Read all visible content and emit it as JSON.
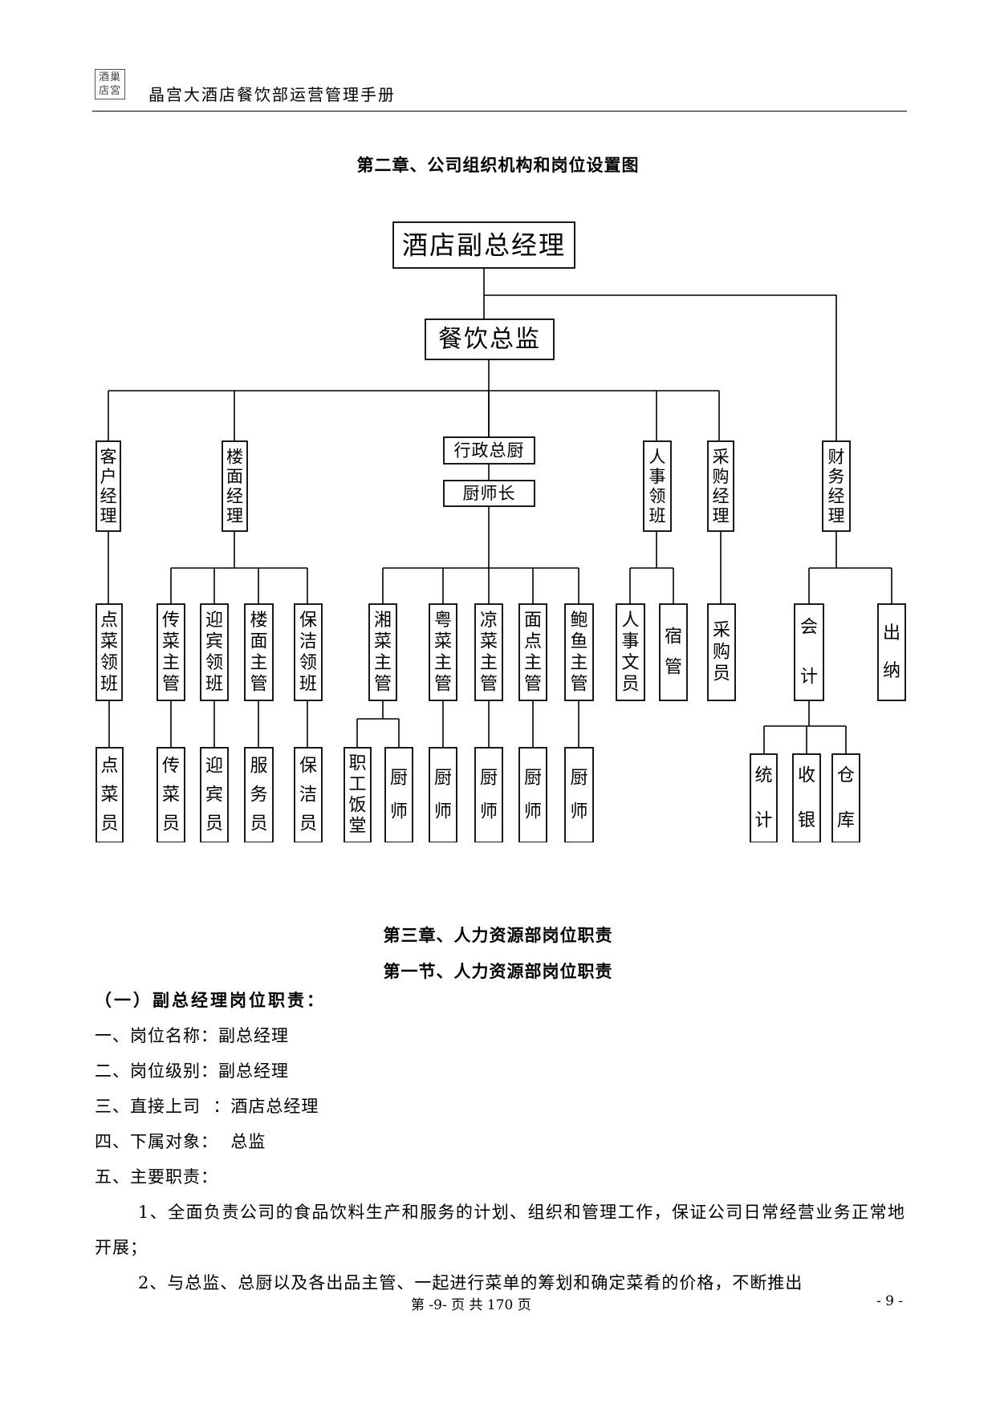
{
  "header": {
    "logo_lines": [
      "酒巢",
      "店宮"
    ],
    "title": "晶宫大酒店餐饮部运营管理手册"
  },
  "chapter2_title": "第二章、公司组织机构和岗位设置图",
  "org_chart": {
    "nodes": {
      "gm": "酒店副总经理",
      "director": "餐饮总监",
      "customer_mgr": "客户经理",
      "floor_mgr": "楼面经理",
      "exec_chef": "行政总厨",
      "head_chef": "厨师长",
      "hr_leader": "人事领班",
      "purchase_mgr": "采购经理",
      "finance_mgr": "财务经理",
      "order_leader": "点菜领班",
      "pass_sup": "传菜主管",
      "greet_leader": "迎宾领班",
      "floor_sup": "楼面主管",
      "clean_leader": "保洁领班",
      "xiang_sup": "湘菜主管",
      "yue_sup": "粤菜主管",
      "cold_sup": "凉菜主管",
      "pastry_sup": "面点主管",
      "abalone_sup": "鲍鱼主管",
      "hr_clerk": "人事文员",
      "dorm": "宿管",
      "buyer": "采购员",
      "accounting": "会计",
      "cashier": "出纳",
      "order_staff": "点菜员",
      "pass_staff": "传菜员",
      "greeter": "迎宾员",
      "waiter": "服务员",
      "cleaner": "保洁员",
      "canteen": "职工饭堂",
      "chef_1": "厨师",
      "chef_2": "厨师",
      "chef_3": "厨师",
      "chef_4": "厨师",
      "chef_5": "厨师",
      "statistics": "统计",
      "receiving": "收银",
      "warehouse": "仓库"
    }
  },
  "chapter3_title": "第三章、人力资源部岗位职责",
  "section1_title": "第一节、人力资源部岗位职责",
  "job": {
    "title": "（一）副总经理岗位职责：",
    "line1": "一、岗位名称：副总经理",
    "line2": "二、岗位级别：副总经理",
    "line3": "三、直接上司  ：酒店总经理",
    "line4": "四、下属对象：  总监",
    "line5": "五、主要职责：",
    "duty1": "1、全面负责公司的食品饮料生产和服务的计划、组织和管理工作，保证公司日常经营业务正常地开展；",
    "duty2": "2、与总监、总厨以及各出品主管、一起进行菜单的筹划和确定菜肴的价格，不断推出"
  },
  "footer": {
    "page_info": "第 -9- 页 共 170 页",
    "page_number": "- 9 -"
  }
}
